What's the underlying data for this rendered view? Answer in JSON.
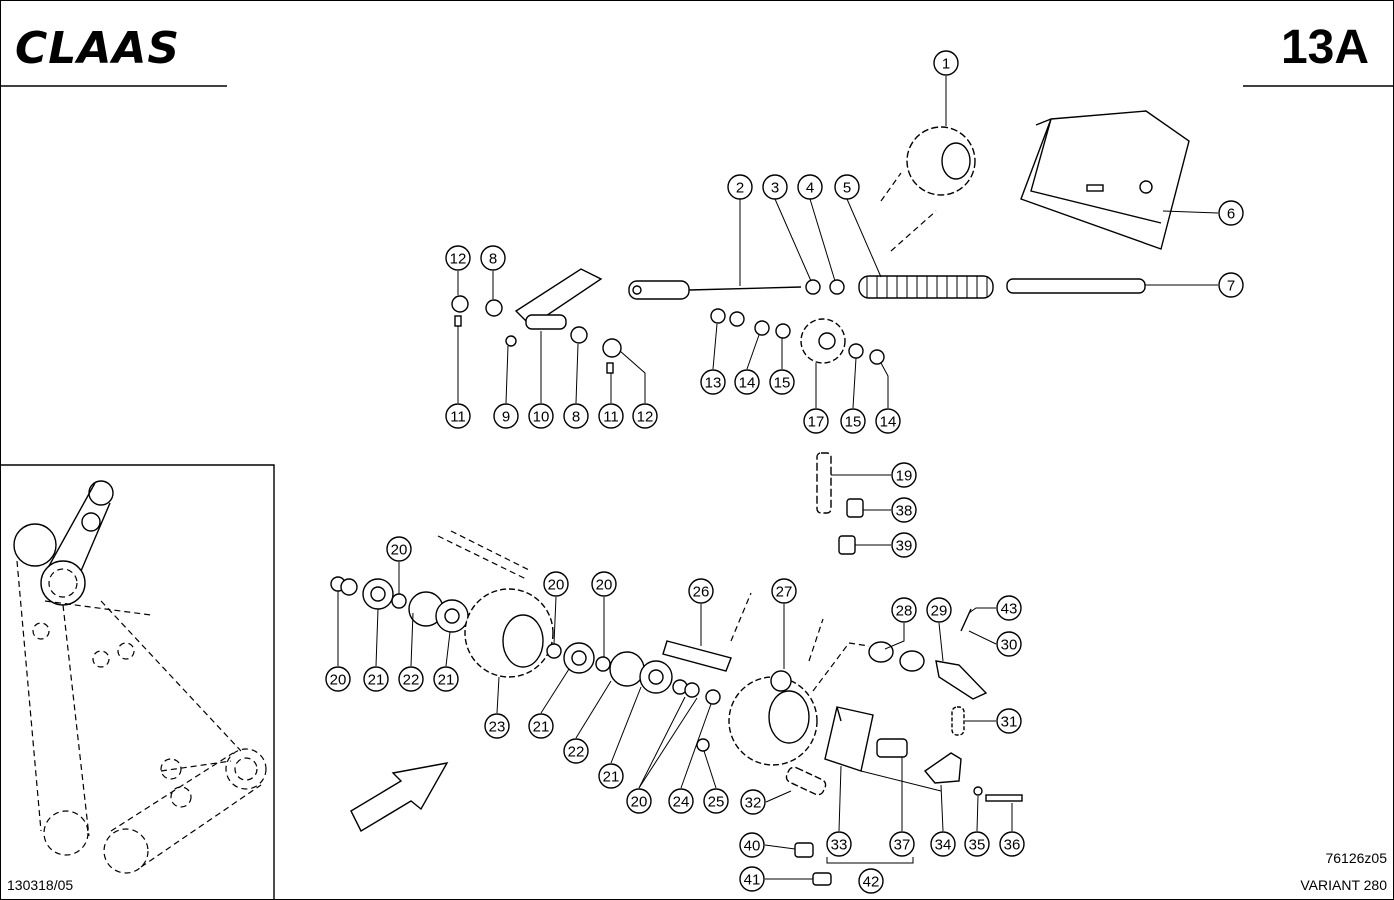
{
  "header": {
    "brand": "CLAAS",
    "page_number": "13A"
  },
  "footer": {
    "doc_code": "130318/05",
    "drawing_code": "76126z05",
    "model": "VARIANT 280"
  },
  "callouts": [
    {
      "id": "c1",
      "label": "1"
    },
    {
      "id": "c2",
      "label": "2"
    },
    {
      "id": "c3",
      "label": "3"
    },
    {
      "id": "c4",
      "label": "4"
    },
    {
      "id": "c5",
      "label": "5"
    },
    {
      "id": "c6",
      "label": "6"
    },
    {
      "id": "c7",
      "label": "7"
    },
    {
      "id": "c8a",
      "label": "8"
    },
    {
      "id": "c8b",
      "label": "8"
    },
    {
      "id": "c9",
      "label": "9"
    },
    {
      "id": "c10",
      "label": "10"
    },
    {
      "id": "c11a",
      "label": "11"
    },
    {
      "id": "c11b",
      "label": "11"
    },
    {
      "id": "c12a",
      "label": "12"
    },
    {
      "id": "c12b",
      "label": "12"
    },
    {
      "id": "c13",
      "label": "13"
    },
    {
      "id": "c14a",
      "label": "14"
    },
    {
      "id": "c15a",
      "label": "15"
    },
    {
      "id": "c17",
      "label": "17"
    },
    {
      "id": "c15b",
      "label": "15"
    },
    {
      "id": "c14b",
      "label": "14"
    },
    {
      "id": "c19",
      "label": "19"
    },
    {
      "id": "c38",
      "label": "38"
    },
    {
      "id": "c39",
      "label": "39"
    },
    {
      "id": "c20a",
      "label": "20"
    },
    {
      "id": "c20b",
      "label": "20"
    },
    {
      "id": "c21a",
      "label": "21"
    },
    {
      "id": "c22a",
      "label": "22"
    },
    {
      "id": "c21b",
      "label": "21"
    },
    {
      "id": "c23",
      "label": "23"
    },
    {
      "id": "c20c",
      "label": "20"
    },
    {
      "id": "c20d",
      "label": "20"
    },
    {
      "id": "c21c",
      "label": "21"
    },
    {
      "id": "c22b",
      "label": "22"
    },
    {
      "id": "c21d",
      "label": "21"
    },
    {
      "id": "c20e",
      "label": "20"
    },
    {
      "id": "c24",
      "label": "24"
    },
    {
      "id": "c25",
      "label": "25"
    },
    {
      "id": "c26",
      "label": "26"
    },
    {
      "id": "c27",
      "label": "27"
    },
    {
      "id": "c28",
      "label": "28"
    },
    {
      "id": "c29",
      "label": "29"
    },
    {
      "id": "c43",
      "label": "43"
    },
    {
      "id": "c30",
      "label": "30"
    },
    {
      "id": "c31",
      "label": "31"
    },
    {
      "id": "c32",
      "label": "32"
    },
    {
      "id": "c33",
      "label": "33"
    },
    {
      "id": "c37",
      "label": "37"
    },
    {
      "id": "c34",
      "label": "34"
    },
    {
      "id": "c35",
      "label": "35"
    },
    {
      "id": "c36",
      "label": "36"
    },
    {
      "id": "c40",
      "label": "40"
    },
    {
      "id": "c41",
      "label": "41"
    },
    {
      "id": "c42",
      "label": "42"
    }
  ]
}
